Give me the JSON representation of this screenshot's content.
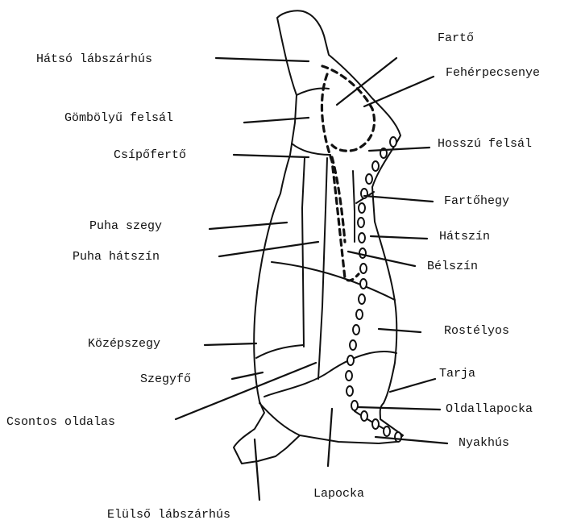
{
  "labels": {
    "hatso_labszarhus": "Hátsó lábszárhús",
    "farto": "Fartő",
    "feherpecsenye": "Fehérpecsenye",
    "gombolyu_felsal": "Gömbölyű felsál",
    "csipoferto": "Csípőfertő",
    "hosszu_felsal": "Hosszú felsál",
    "fartohegy": "Fartőhegy",
    "puha_szegy": "Puha szegy",
    "hatszin": "Hátszín",
    "puha_hatszin": "Puha hátszín",
    "belszin": "Bélszín",
    "rostelyos": "Rostélyos",
    "kozepszegy": "Középszegy",
    "tarja": "Tarja",
    "szegyfo": "Szegyfő",
    "oldallapocka": "Oldallapocka",
    "csontos_oldalas": "Csontos oldalas",
    "nyakhus": "Nyakhús",
    "lapocka": "Lapocka",
    "eluls_labszarhus": "Elülső lábszárhús"
  }
}
